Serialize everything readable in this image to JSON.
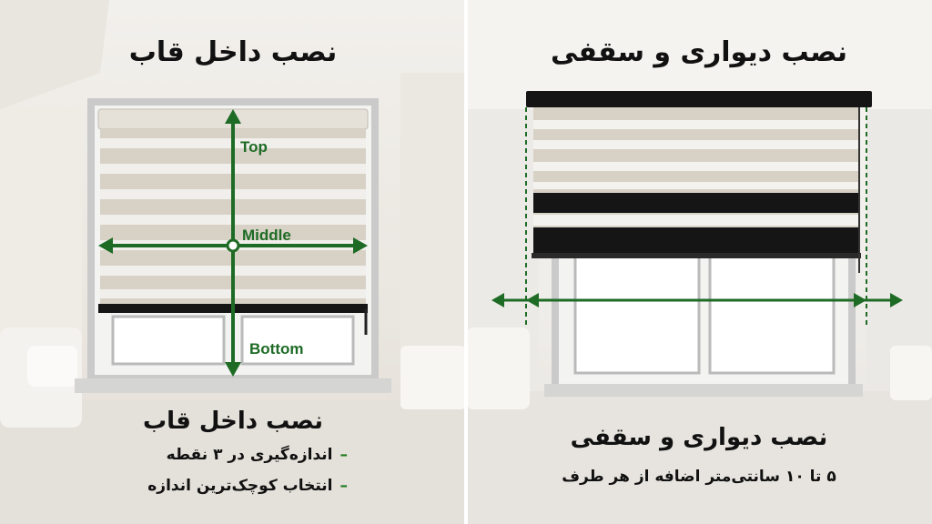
{
  "left_panel": {
    "title": "نصب داخل قاب",
    "labels": {
      "top": "Top",
      "middle": "Middle",
      "bottom": "Bottom"
    },
    "caption_title": "نصب داخل قاب",
    "bullets": [
      "اندازه‌گیری در ۳ نقطه",
      "انتخاب کوچک‌ترین اندازه"
    ]
  },
  "right_panel": {
    "title": "نصب دیواری و سقفی",
    "caption_title": "نصب دیواری و سقفی",
    "caption_text": "۵ تا ۱۰ سانتی‌متر اضافه از هر طرف"
  },
  "colors": {
    "arrow_green": "#1e6b25",
    "bullet_green": "#1e7a1e",
    "blind_beige": "#d8d2c6",
    "blind_black": "#151515"
  }
}
